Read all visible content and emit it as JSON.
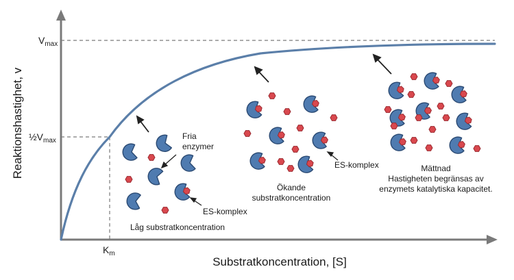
{
  "axes": {
    "y_label": "Reaktionshastighet, v",
    "x_label": "Substratkoncentration, [S]",
    "vmax_prefix": "V",
    "vmax_sub": "max",
    "half_vmax_prefix": "½V",
    "half_vmax_sub": "max",
    "km_prefix": "K",
    "km_sub": "m"
  },
  "annotations": {
    "free_enzymes_line1": "Fria",
    "free_enzymes_line2": "enzymer",
    "es_complex_low": "ES-komplex",
    "low_title": "Låg substratkoncentration",
    "es_complex_mid": "ES-komplex",
    "mid_line1": "Ökande",
    "mid_line2": "substratkoncentration",
    "sat_line1": "Mättnad",
    "sat_line2": "Hastigheten begränsas av",
    "sat_line3": "enzymets katalytiska kapacitet."
  },
  "colors": {
    "curve": "#5b7fa9",
    "axis": "#7a7a7a",
    "enzyme_fill": "#4f7bb0",
    "enzyme_stroke": "#2b4a73",
    "substrate_fill": "#d9484e",
    "substrate_stroke": "#9b2a30"
  }
}
